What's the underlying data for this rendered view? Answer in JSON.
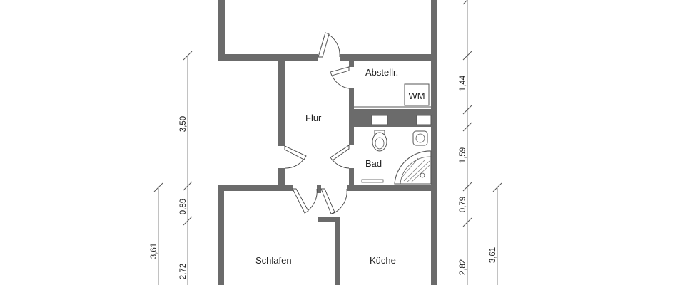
{
  "rooms": {
    "abstellraum": "Abstellr.",
    "flur": "Flur",
    "bad": "Bad",
    "schlafen": "Schlafen",
    "kueche": "Küche"
  },
  "appliances": {
    "washing_machine": "WM"
  },
  "dimensions": {
    "left_inner_top": "3,50",
    "left_inner_mid": "0,89",
    "left_inner_bottom": "2,72",
    "left_outer": "3,61",
    "right_inner_abstell": "1,44",
    "right_inner_bad": "1,59",
    "right_inner_mid": "0,79",
    "right_inner_bottom": "2,82",
    "right_outer": "3,61"
  },
  "colors": {
    "wall": "#6b6b6b",
    "line": "#555555",
    "background": "#ffffff"
  }
}
